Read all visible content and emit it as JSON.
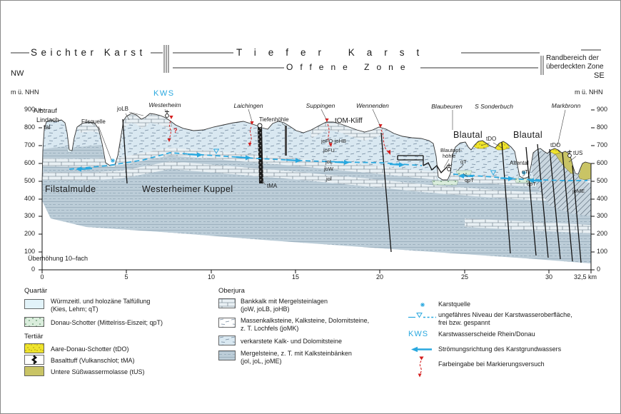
{
  "header": {
    "zone_shallow": "Seichter Karst",
    "zone_deep": "Tiefer Karst",
    "zone_open": "Offene Zone",
    "zone_margin_1": "Randbereich der",
    "zone_margin_2": "überdeckten Zone",
    "nw": "NW",
    "se": "SE",
    "unit_left": "m ü. NHN",
    "unit_right": "m ü. NHN"
  },
  "axes": {
    "elev": [
      "900",
      "800",
      "700",
      "600",
      "500",
      "400",
      "300",
      "200",
      "100",
      "0"
    ],
    "km": [
      "0",
      "5",
      "10",
      "15",
      "20",
      "25",
      "30"
    ],
    "km_last": "32,5 km",
    "exaggeration": "Überhöhung 10–fach"
  },
  "labels": {
    "kws": "KWS",
    "albtrauf": "Albtrauf",
    "lindach1": "Lindach-",
    "lindach2": "tal",
    "filsquelle": "Filsquelle",
    "jolb": "joLB",
    "westerheim": "Westerheim",
    "laichingen": "Laichingen",
    "tiefenhoehle": "Tiefenhöhle",
    "suppingen": "Suppingen",
    "tomkliff": "tOM-Kliff",
    "wennenden": "Wennenden",
    "jofojohb": "joFO-joHB",
    "jofu": "joFU",
    "joL": "joL",
    "joW": "joW",
    "jol": "jol",
    "filstalmulde": "Filstalmulde",
    "kuppel": "Westerheimer Kuppel",
    "tma": "tMA",
    "blaubeuren": "Blaubeuren",
    "blautal1": "Blautal",
    "blautopf1": "Blautopf-",
    "blautopf2": "höhle",
    "sonderbuch": "S Sonderbuch",
    "blautal2": "Blautal",
    "tdo1": "tDO",
    "tdo2": "tDO",
    "tus": "tUS",
    "jome": "joME",
    "altental": "Altental",
    "qt1": "qT",
    "qpt1": "qpT",
    "qt2": "qT",
    "qpt2": "qpT",
    "markbronn": "Markbronn",
    "question": "?"
  },
  "legend": {
    "kws_label": "KWS",
    "groups": [
      {
        "title": "Quartär",
        "items": [
          {
            "swatch": "qt",
            "lines": [
              "Würmzeitl. und holozäne Talfüllung",
              "(Kies, Lehm; qT)"
            ]
          },
          {
            "swatch": "qpt",
            "lines": [
              "Donau-Schotter (Mittelriss-Eiszeit; qpT)"
            ]
          }
        ]
      },
      {
        "title": "Tertiär",
        "items": [
          {
            "swatch": "tdo",
            "lines": [
              "Aare-Donau-Schotter (tDO)"
            ]
          },
          {
            "swatch": "tma",
            "lines": [
              "Basalttuff (Vulkanschlot; tMA)"
            ]
          },
          {
            "swatch": "tus",
            "lines": [
              "Untere Süßwassermolasse (tUS)"
            ]
          }
        ]
      },
      {
        "title": "Oberjura",
        "items": [
          {
            "swatch": "bankkalk",
            "lines": [
              "Bankkalk mit Mergelsteinlagen",
              "(joW, joLB, joHB)"
            ]
          },
          {
            "swatch": "massenkalk",
            "lines": [
              "Massenkalksteine, Kalksteine, Dolomitsteine,",
              "z. T. Lochfels (joMK)"
            ]
          },
          {
            "swatch": "karst",
            "lines": [
              "verkarstete Kalk- und Dolomitsteine"
            ]
          },
          {
            "swatch": "mergel",
            "lines": [
              "Mergelsteine, z. T. mit Kalksteinbänken",
              "(jol, joL, joME)"
            ]
          }
        ]
      }
    ],
    "symbols": [
      {
        "icon": "karstquelle-icon",
        "lines": [
          "Karstquelle"
        ]
      },
      {
        "icon": "water-level-icon",
        "lines": [
          "ungefähres Niveau der Karstwasseroberfläche,",
          "frei bzw. gespannt"
        ]
      },
      {
        "icon": "kws-label",
        "lines": [
          "Karstwasserscheide Rhein/Donau"
        ]
      },
      {
        "icon": "flow-arrow-icon",
        "lines": [
          "Strömungsrichtung des Karstgrundwassers"
        ]
      },
      {
        "icon": "dye-injection-icon",
        "lines": [
          "Farbeingabe bei Markierungsversuch"
        ]
      }
    ]
  },
  "colors": {
    "accent_blue": "#29a8df",
    "dye_red": "#d41f1f",
    "tdo_yellow": "#efe42c",
    "tus_olive": "#c9c465",
    "qt_fill": "#e2f3f9",
    "qpt_fill": "#daeddc",
    "karst_fill": "#d9e8f1",
    "marl_fill": "#bccdd8"
  }
}
